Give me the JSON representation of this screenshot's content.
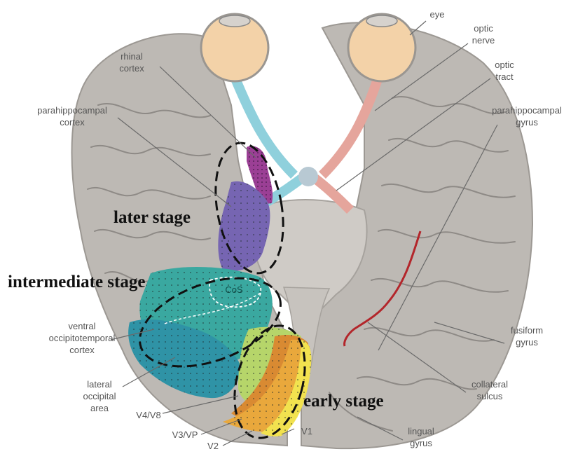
{
  "labels": {
    "eye": "eye",
    "optic_nerve": [
      "optic",
      "nerve"
    ],
    "optic_tract": [
      "optic",
      "tract"
    ],
    "rhinal_cortex": [
      "rhinal",
      "cortex"
    ],
    "parahippocampal_cortex": [
      "parahippocampal",
      "cortex"
    ],
    "parahippocampal_gyrus": [
      "parahippocampal",
      "gyrus"
    ],
    "cos": "CoS",
    "ventral_occipitotemporal_cortex": [
      "ventral",
      "occipitotemporal",
      "cortex"
    ],
    "lateral_occipital_area": [
      "lateral",
      "occipital",
      "area"
    ],
    "v4v8": "V4/V8",
    "v3vp": "V3/VP",
    "v2": "V2",
    "v1": "V1",
    "fusiform_gyrus": [
      "fusiform",
      "gyrus"
    ],
    "collateral_sulcus": [
      "collateral",
      "sulcus"
    ],
    "lingual_gyrus": [
      "lingual",
      "gyrus"
    ]
  },
  "stages": {
    "later": "later stage",
    "intermediate": "intermediate stage",
    "early": "early stage"
  },
  "colors": {
    "brain": "#bdb9b4",
    "eye_ball": "#f3d2a8",
    "optic_blue": "#8fd0dc",
    "optic_pink": "#e5a59c",
    "rhinal": "#9b3f95",
    "parahippocampal": "#7665b2",
    "ventral": "#3aa8a0",
    "lateral": "#2f93a6",
    "v1": "#f2e24f",
    "v2": "#e9a83c",
    "v3": "#d98a32",
    "v4": "#b6d56a",
    "fusiform_line": "#b3262b"
  }
}
